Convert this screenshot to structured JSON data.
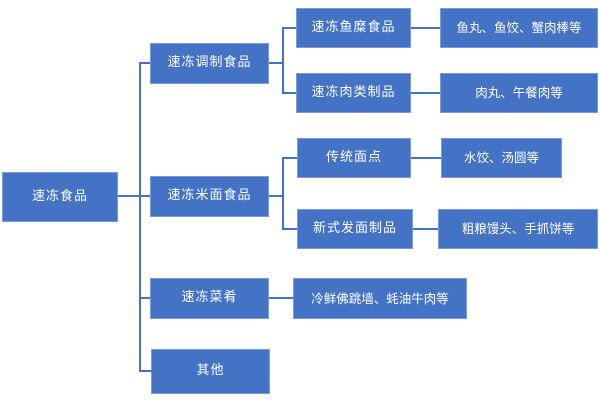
{
  "diagram": {
    "root": {
      "label": "速冻食品"
    },
    "branches": [
      {
        "label": "速冻调制食品",
        "children": [
          {
            "label": "速冻鱼糜食品",
            "examples": "鱼丸、鱼饺、蟹肉棒等"
          },
          {
            "label": "速冻肉类制品",
            "examples": "肉丸、午餐肉等"
          }
        ]
      },
      {
        "label": "速冻米面食品",
        "children": [
          {
            "label": "传统面点",
            "examples": "水饺、汤圆等"
          },
          {
            "label": "新式发面制品",
            "examples": "粗粮馒头、手抓饼等"
          }
        ]
      },
      {
        "label": "速冻菜肴",
        "examples": "冷鲜佛跳墙、蚝油牛肉等"
      },
      {
        "label": "其他"
      }
    ],
    "colors": {
      "box_fill": "#4472C4",
      "box_border": "#7a9ad8",
      "connector": "#4472C4",
      "text": "#ffffff",
      "background": "#ffffff"
    }
  }
}
